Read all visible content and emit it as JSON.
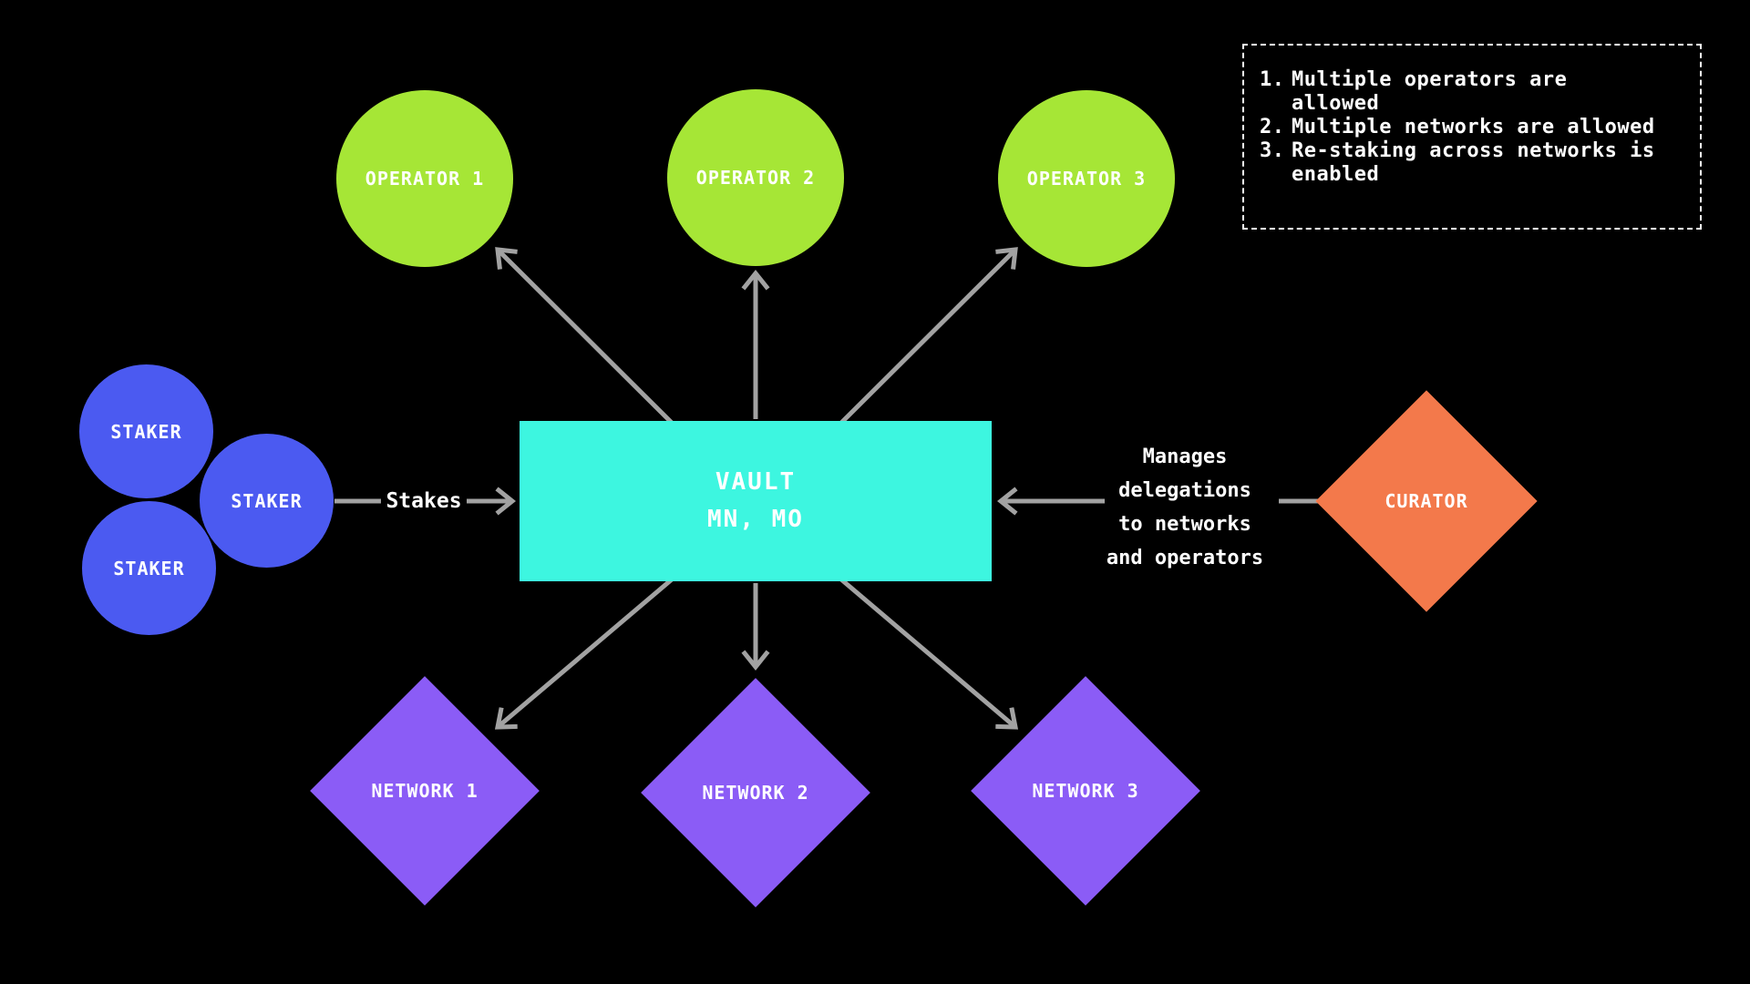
{
  "note": {
    "items": [
      {
        "num": "1.",
        "text": "Multiple operators are allowed"
      },
      {
        "num": "2.",
        "text": "Multiple networks are allowed"
      },
      {
        "num": "3.",
        "text": "Re-staking across networks is enabled"
      }
    ]
  },
  "operators": [
    {
      "label": "OPERATOR 1"
    },
    {
      "label": "OPERATOR 2"
    },
    {
      "label": "OPERATOR 3"
    }
  ],
  "stakers": [
    {
      "label": "STAKER"
    },
    {
      "label": "STAKER"
    },
    {
      "label": "STAKER"
    }
  ],
  "vault": {
    "title": "VAULT",
    "subtitle": "MN, MO"
  },
  "curator": {
    "label": "CURATOR"
  },
  "networks": [
    {
      "label": "NETWORK 1"
    },
    {
      "label": "NETWORK 2"
    },
    {
      "label": "NETWORK 3"
    }
  ],
  "edge_labels": {
    "stakes": "Stakes",
    "curator_caption_lines": [
      "Manages",
      "delegations",
      "to networks",
      "and operators"
    ]
  },
  "colors": {
    "background": "#000000",
    "operator": "#a6e636",
    "staker": "#4b5af1",
    "vault": "#3df6e0",
    "curator": "#f3794b",
    "network": "#8b5cf6",
    "arrow": "#a2a2a2",
    "text": "#ffffff",
    "note_border": "#ffffff"
  }
}
